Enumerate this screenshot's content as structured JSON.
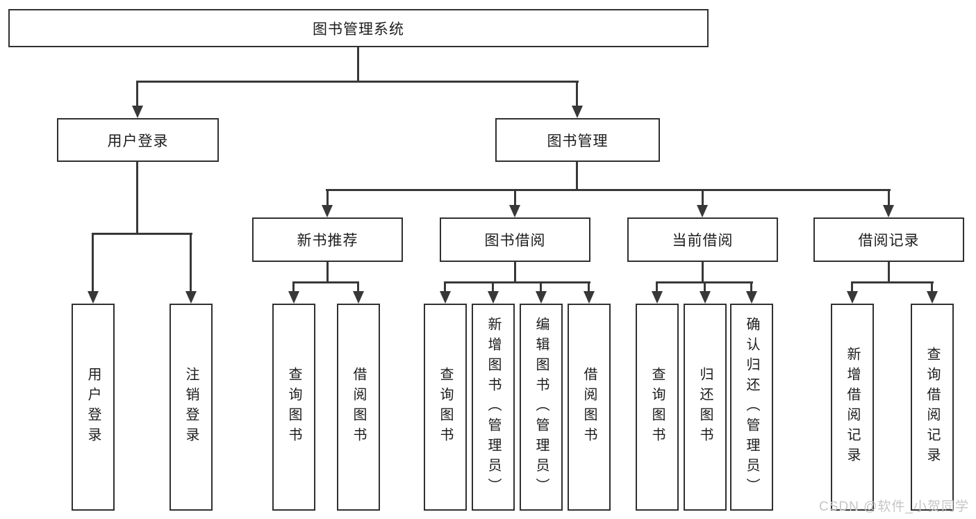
{
  "colors": {
    "line": "#383838",
    "box_border": "#303030",
    "text": "#1c1c1c",
    "watermark": "#c6c6c6",
    "background": "#ffffff"
  },
  "watermark": "CSDN @软件_小贺同学",
  "tree": {
    "label": "图书管理系统",
    "children": [
      {
        "label": "用户登录",
        "children": [
          {
            "label": "用户登录"
          },
          {
            "label": "注销登录"
          }
        ]
      },
      {
        "label": "图书管理",
        "children": [
          {
            "label": "新书推荐",
            "children": [
              {
                "label": "查询图书"
              },
              {
                "label": "借阅图书"
              }
            ]
          },
          {
            "label": "图书借阅",
            "children": [
              {
                "label": "查询图书"
              },
              {
                "label": "新增图书（管理员）"
              },
              {
                "label": "编辑图书（管理员）"
              },
              {
                "label": "借阅图书"
              }
            ]
          },
          {
            "label": "当前借阅",
            "children": [
              {
                "label": "查询图书"
              },
              {
                "label": "归还图书"
              },
              {
                "label": "确认归还（管理员）"
              }
            ]
          },
          {
            "label": "借阅记录",
            "children": [
              {
                "label": "新增借阅记录"
              },
              {
                "label": "查询借阅记录"
              }
            ]
          }
        ]
      }
    ]
  }
}
